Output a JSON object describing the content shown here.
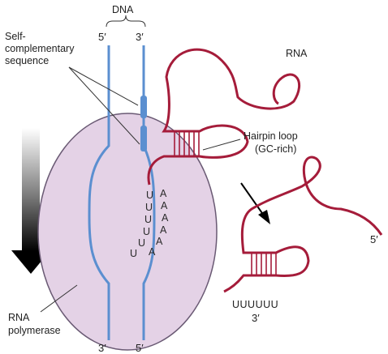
{
  "labels": {
    "dna": "DNA",
    "five_prime_top": "5′",
    "three_prime_top": "3′",
    "self_comp_line1": "Self-",
    "self_comp_line2": "complementary",
    "self_comp_line3": "sequence",
    "rna": "RNA",
    "hairpin_line1": "Hairpin loop",
    "hairpin_line2": "(GC-rich)",
    "polymerase_line1": "RNA",
    "polymerase_line2": "polymerase",
    "three_prime_bottom": "3′",
    "five_prime_bottom": "5′",
    "released_five_prime": "5′",
    "released_u_tail": "UUUUUU",
    "released_three_prime": "3′"
  },
  "bases": {
    "u": [
      "U",
      "U",
      "U",
      "U",
      "U",
      "U"
    ],
    "a": [
      "A",
      "A",
      "A",
      "A",
      "A",
      "A"
    ]
  },
  "colors": {
    "dna_strand": "#5b8fd0",
    "rna_strand": "#a51c3a",
    "polymerase_fill": "#e4d2e6",
    "polymerase_stroke": "#6a5a74",
    "text": "#222222"
  }
}
